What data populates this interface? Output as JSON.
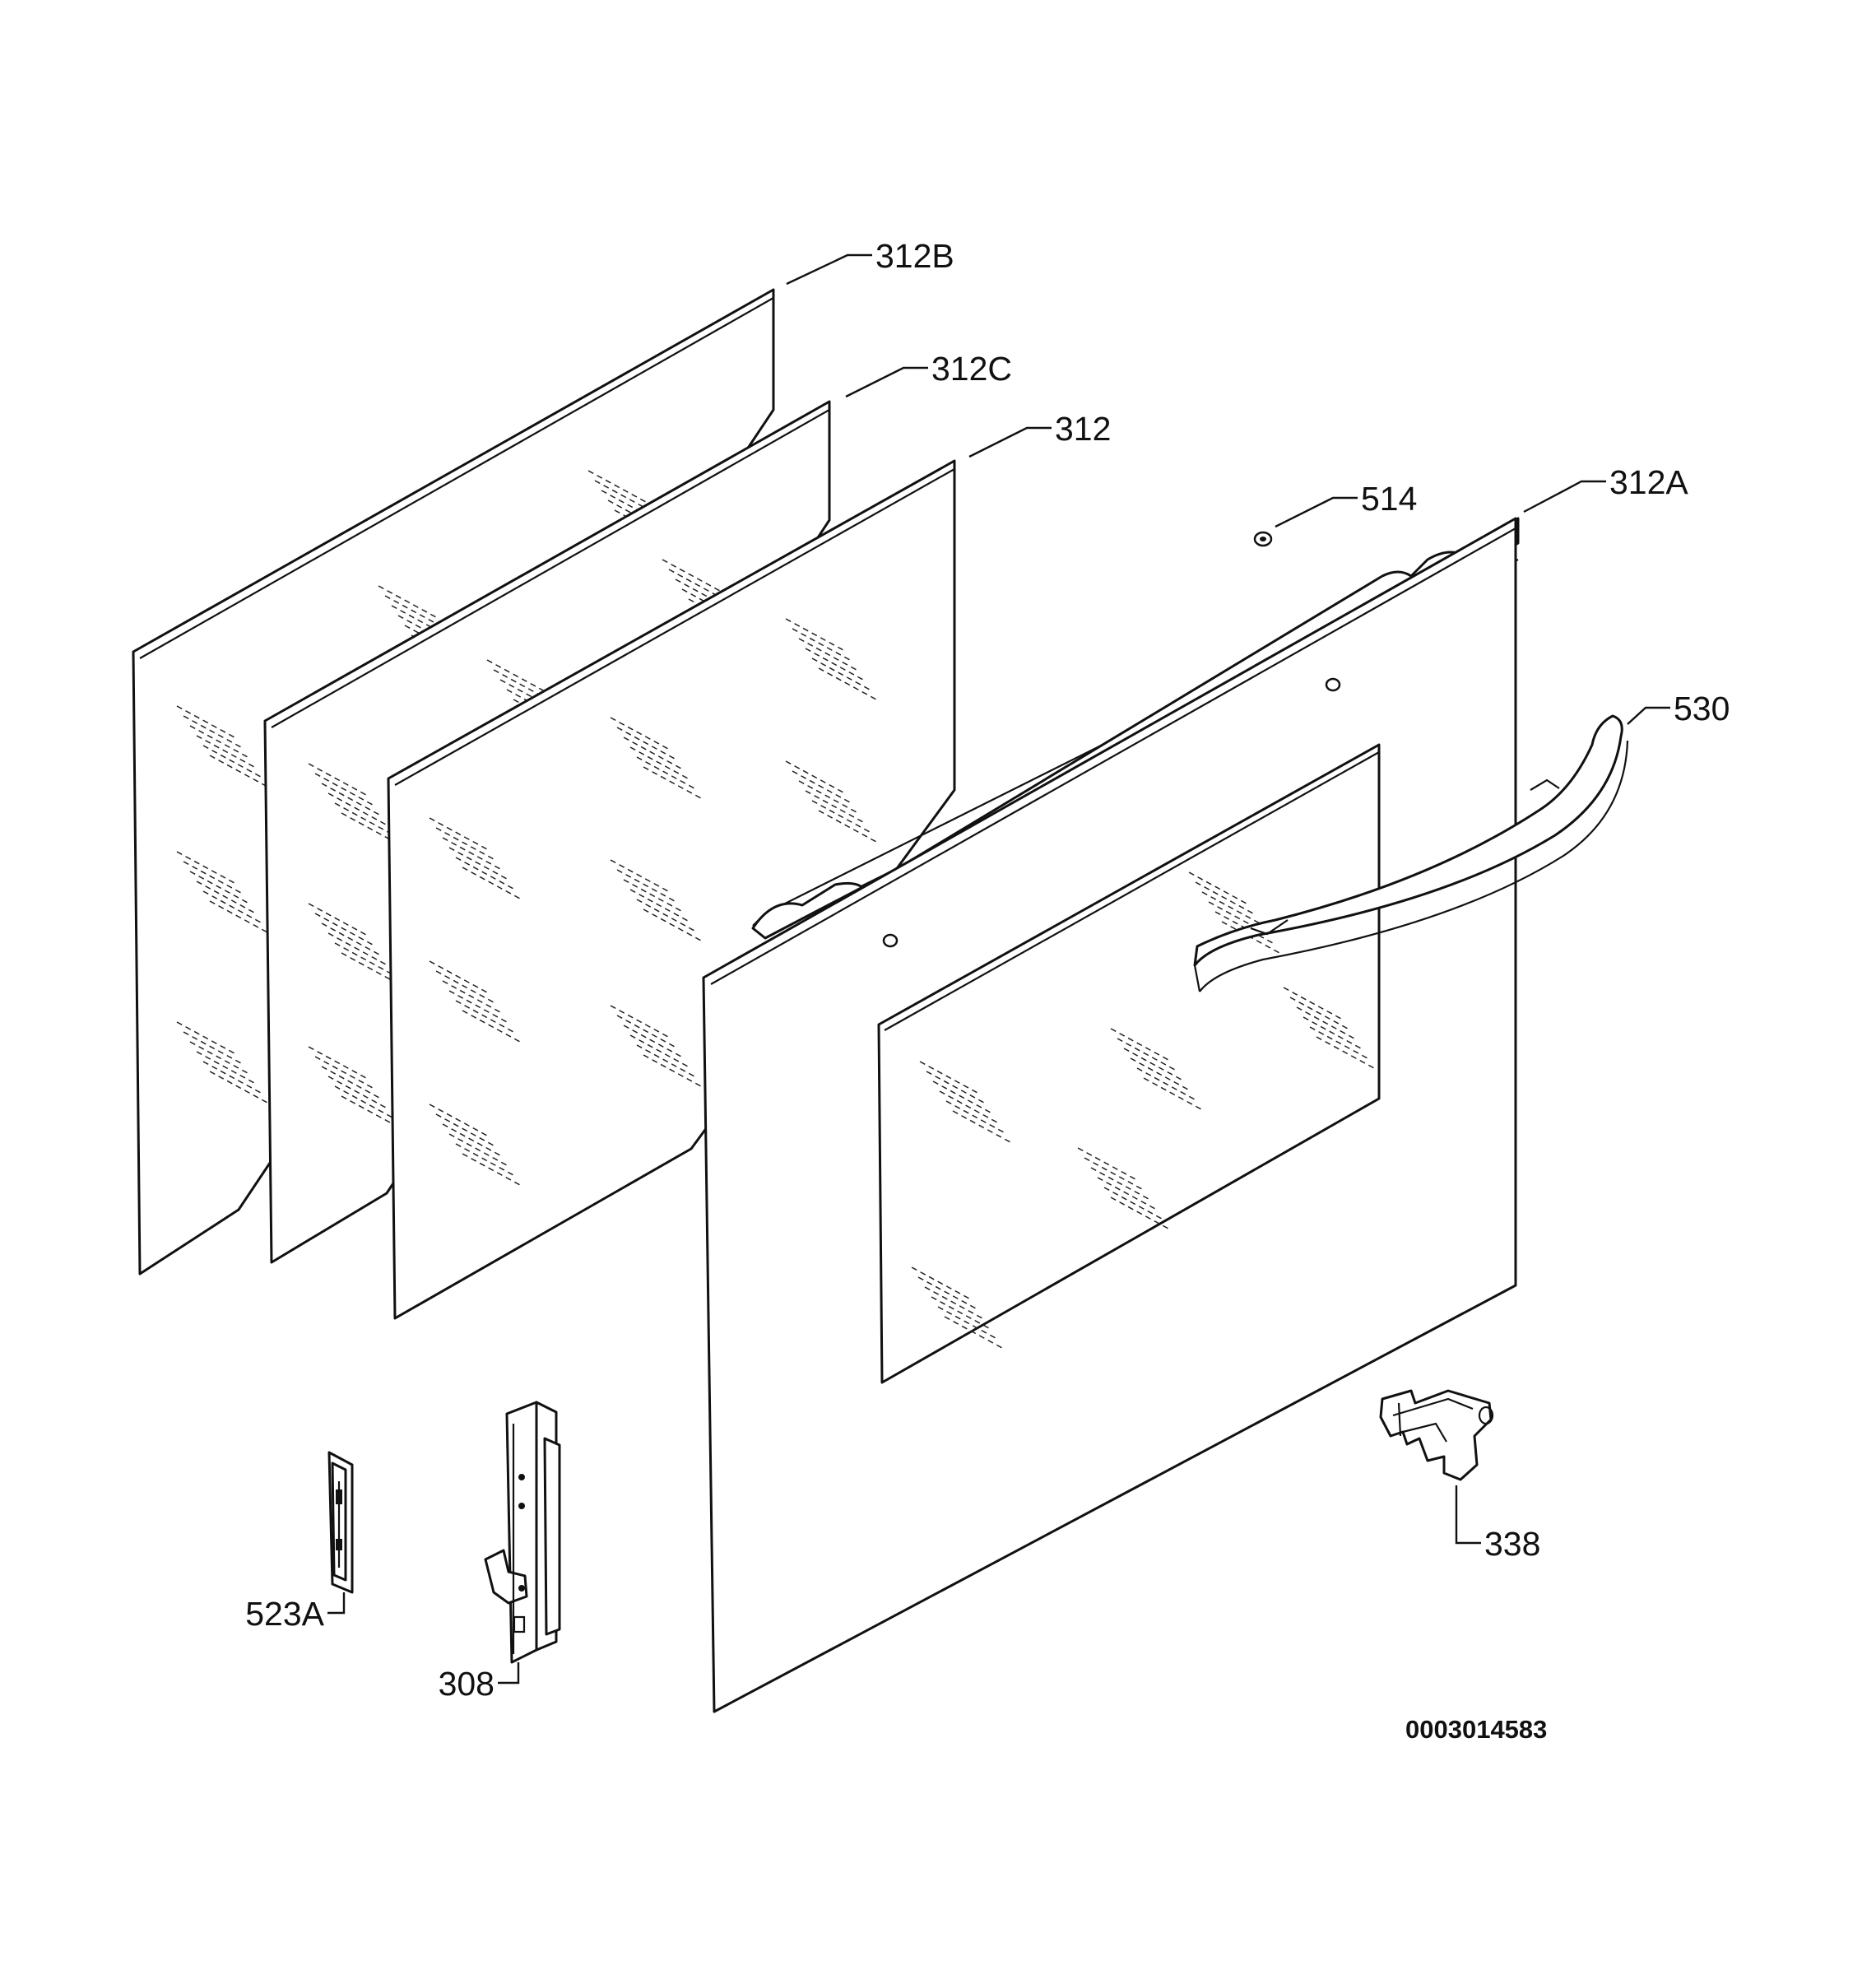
{
  "diagram": {
    "parts": [
      {
        "id": "312B",
        "label": "312B"
      },
      {
        "id": "312C",
        "label": "312C"
      },
      {
        "id": "312",
        "label": "312"
      },
      {
        "id": "514",
        "label": "514"
      },
      {
        "id": "312A",
        "label": "312A"
      },
      {
        "id": "530",
        "label": "530"
      },
      {
        "id": "338",
        "label": "338"
      },
      {
        "id": "523A",
        "label": "523A"
      },
      {
        "id": "308",
        "label": "308"
      }
    ],
    "document_number": "0003014583"
  }
}
